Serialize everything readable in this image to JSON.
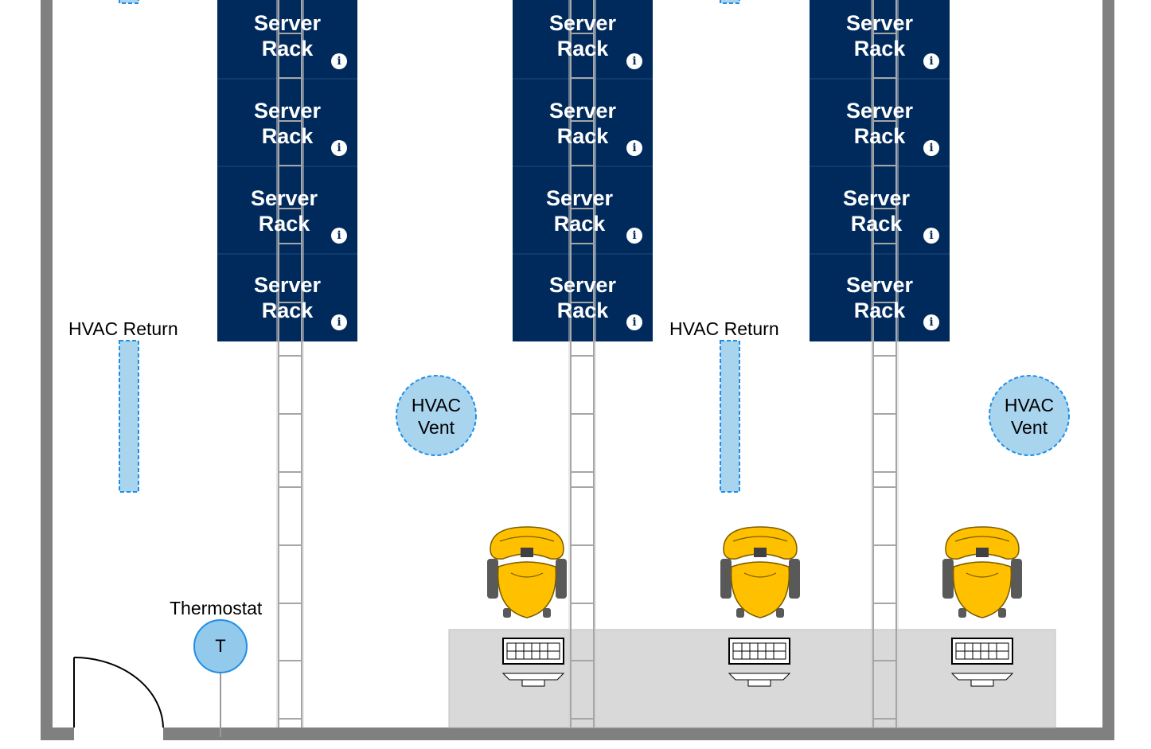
{
  "racks": [
    {
      "label": "Server\nRack"
    },
    {
      "label": "Server\nRack"
    },
    {
      "label": "Server\nRack"
    },
    {
      "label": "Server\nRack"
    },
    {
      "label": "Server\nRack"
    },
    {
      "label": "Server\nRack"
    },
    {
      "label": "Server\nRack"
    },
    {
      "label": "Server\nRack"
    },
    {
      "label": "Server\nRack"
    },
    {
      "label": "Server\nRack"
    },
    {
      "label": "Server\nRack"
    },
    {
      "label": "Server\nRack"
    }
  ],
  "info_icon_glyph": "i",
  "hvac_returns": [
    {
      "label": "HVAC Return"
    },
    {
      "label": "HVAC Return"
    }
  ],
  "hvac_vents": [
    {
      "label": "HVAC\nVent"
    },
    {
      "label": "HVAC\nVent"
    }
  ],
  "thermostat": {
    "label": "Thermostat",
    "symbol": "T"
  },
  "colors": {
    "wall": "#808080",
    "rack": "#002a5c",
    "rack_divider": "#1f4a7a",
    "hvac_fill": "#a9d4ee",
    "hvac_stroke": "#1f8ee6",
    "thermostat_fill": "#93c9ea",
    "desk": "#d9d9d9",
    "chair_yellow": "#ffc000",
    "chair_dark": "#595959",
    "ladder": "#a6a6a6"
  }
}
